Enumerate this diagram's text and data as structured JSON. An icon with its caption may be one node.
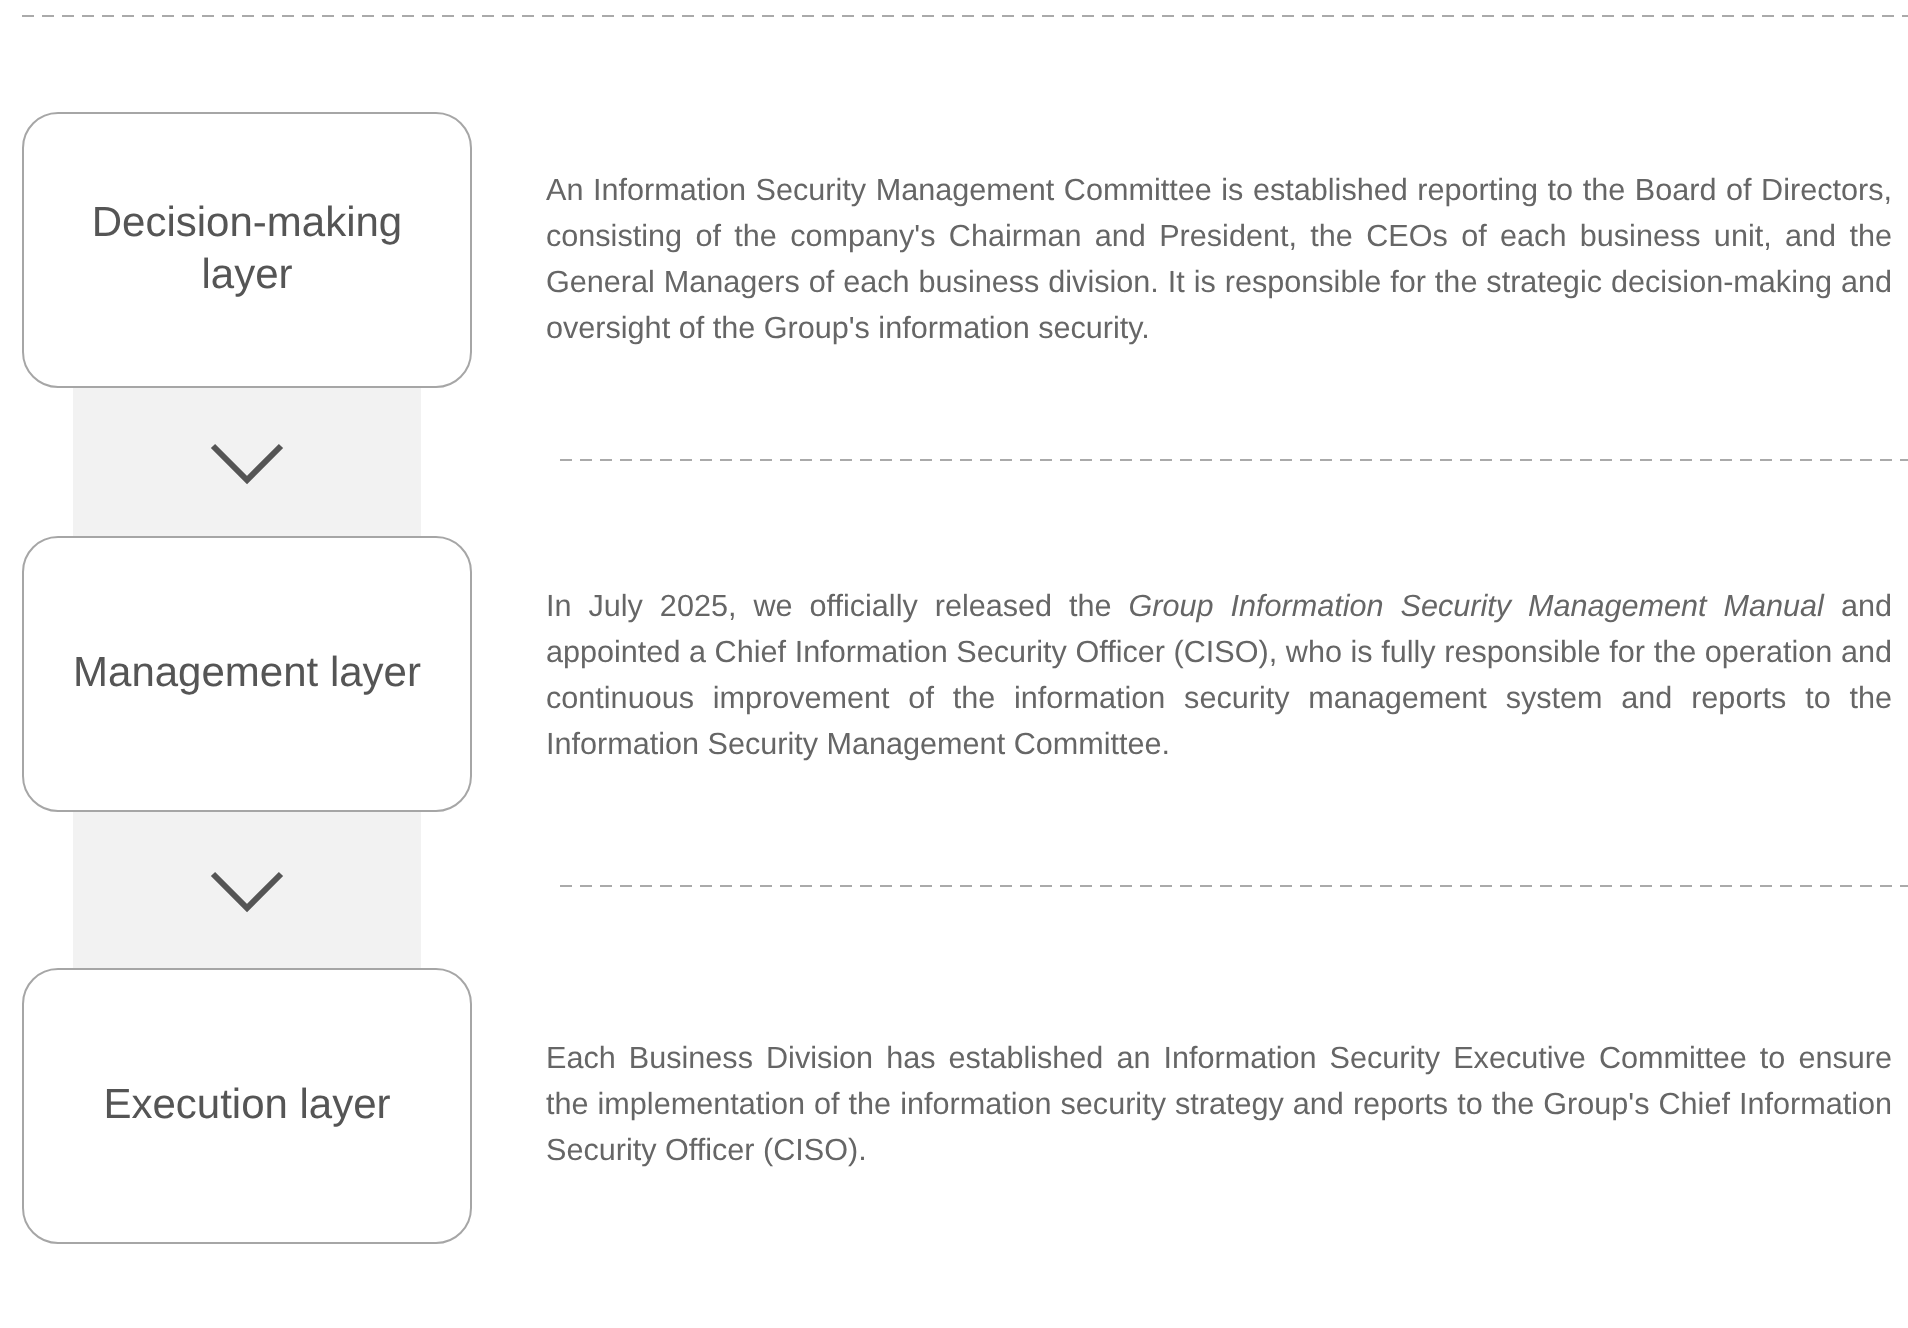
{
  "diagram": {
    "nodes": [
      {
        "text": [
          "Decision-making layer"
        ],
        "beside": [
          "An Information Security Management Committee is established reporting to the Board of Directors, consisting of the company's Chairman and President, the CEOs of each business unit, and the General Managers of each business division. It is responsible for the strategic decision-making and oversight of the Group's information security."
        ]
      },
      {
        "text": [
          "Management layer"
        ],
        "beside": [
          "In July 2025, we officially released the *Group Information Security Management Manual* and appointed a Chief Information Security Officer (CISO), who is fully responsible for the operation and continuous improvement of the information security management system and reports to the Information Security Management Committee."
        ]
      },
      {
        "text": [
          "Execution layer"
        ],
        "beside": [
          "Each Business Division has established an Information Security Executive Committee to ensure the implementation of the information security strategy and reports to the Group's Chief Information Security Officer (CISO)."
        ]
      }
    ],
    "edges": [
      {
        "from": 0,
        "to": 1,
        "arrow": "to"
      },
      {
        "from": 1,
        "to": 2,
        "arrow": "to"
      }
    ]
  }
}
